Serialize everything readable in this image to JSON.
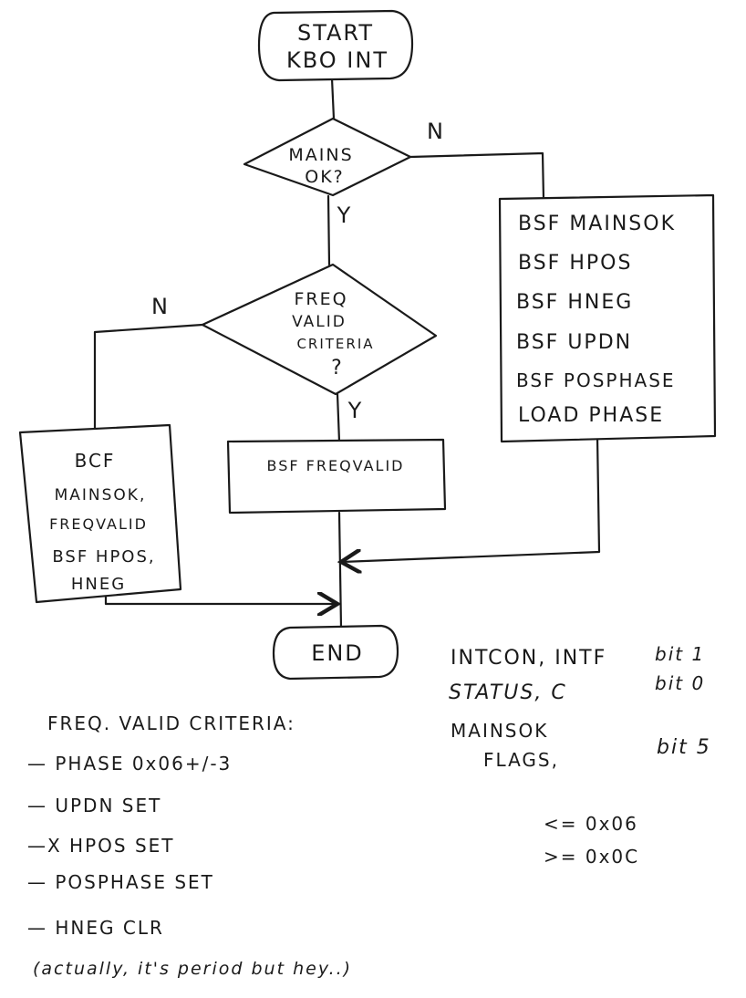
{
  "flowchart": {
    "start": [
      "START",
      "KBO INT"
    ],
    "mains_decision": [
      "MAINS",
      "OK?"
    ],
    "mains_no_label": "N",
    "mains_yes_label": "Y",
    "mains_fail_box": [
      "BSF MAINSOK",
      "BSF HPOS",
      "BSF HNEG",
      "BSF UPDN",
      "BSF POSPHASE",
      "LOAD PHASE"
    ],
    "freq_decision": [
      "FREQ",
      "VALID",
      "CRITERIA",
      "?"
    ],
    "freq_no_label": "N",
    "freq_yes_label": "Y",
    "freq_invalid_box": [
      "BCF",
      "MAINSOK,",
      "FREQVALID",
      "BSF HPOS,",
      "HNEG"
    ],
    "freq_valid_box": "BSF FREQVALID",
    "end": "END"
  },
  "notes": {
    "criteria_title": "FREQ. VALID CRITERIA:",
    "criteria_items": [
      "— PHASE 0x06+/-3",
      "— UPDN SET",
      "—X HPOS SET",
      "— POSPHASE SET",
      "— HNEG CLR"
    ],
    "aside": "(actually, it's period but hey..)",
    "bits": [
      {
        "name": "INTCON, INTF",
        "bit": "bit 1"
      },
      {
        "name": "STATUS, C",
        "bit": "bit 0"
      },
      {
        "name": "MAINSOK",
        "bit": "bit 5"
      },
      {
        "name": "FLAGS,",
        "bit": ""
      }
    ],
    "compare": [
      "<= 0x06",
      ">= 0x0C"
    ]
  }
}
